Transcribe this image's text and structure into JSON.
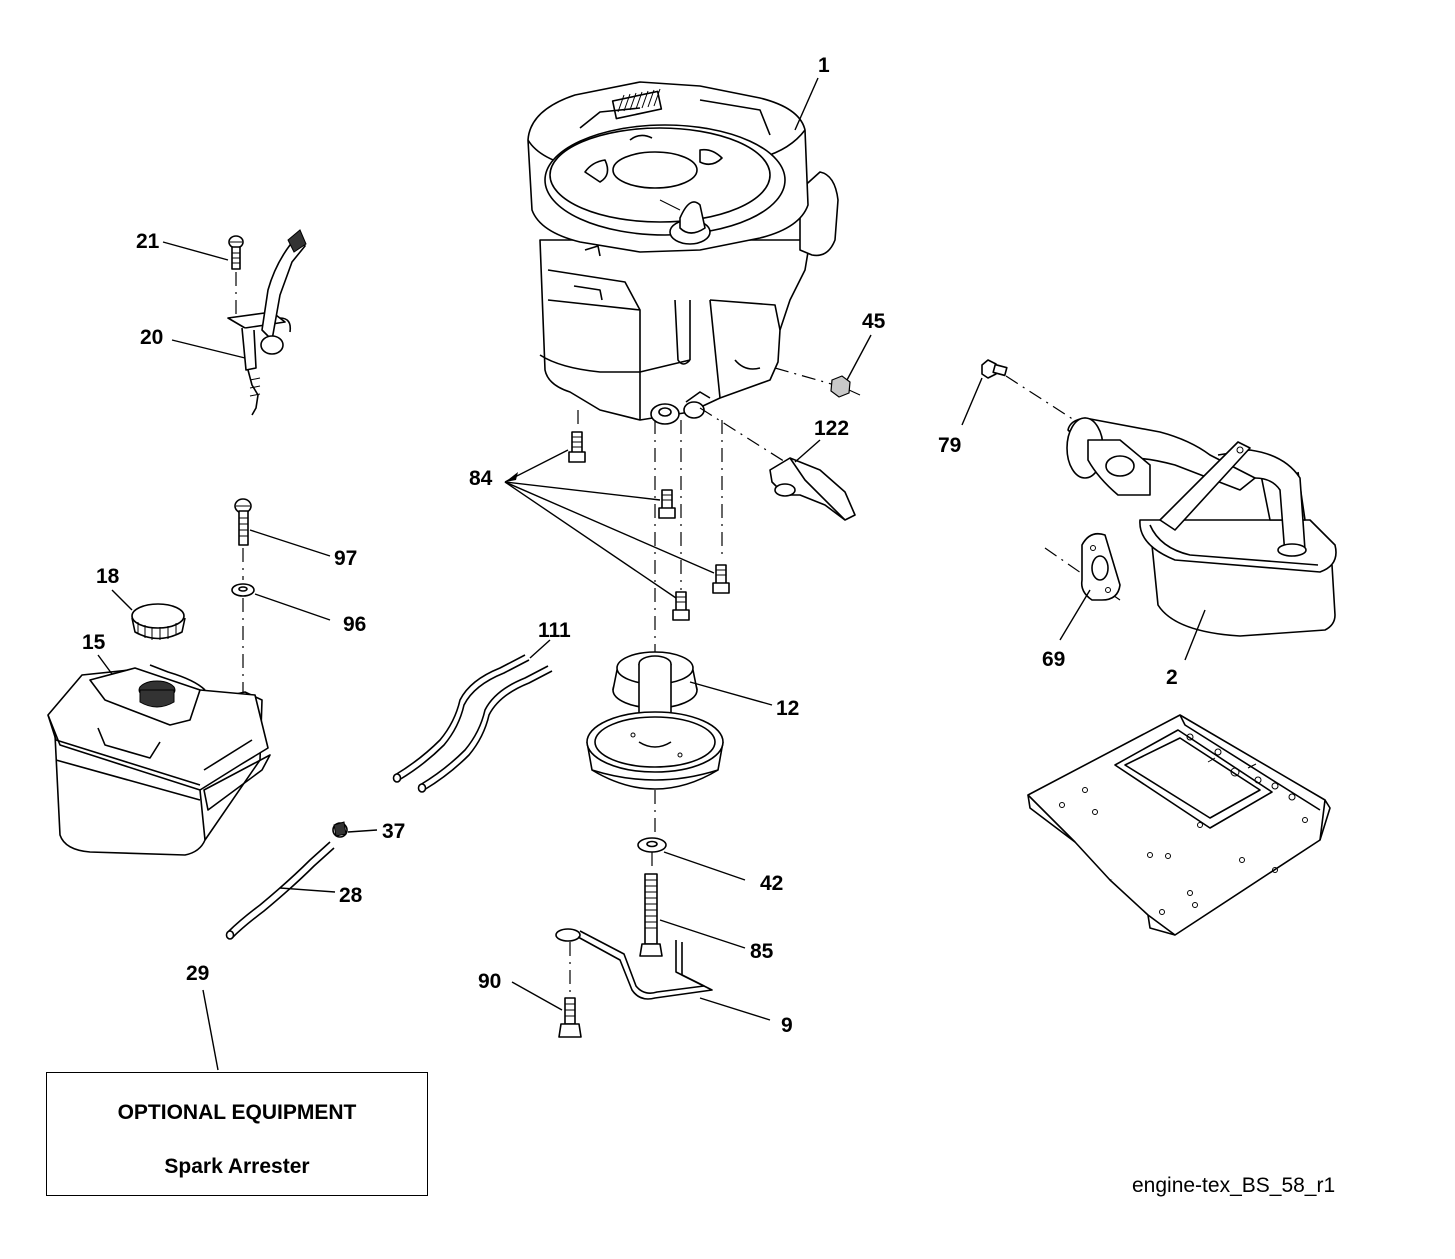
{
  "labels": {
    "p1": "1",
    "p2": "2",
    "p9": "9",
    "p12": "12",
    "p15": "15",
    "p18": "18",
    "p20": "20",
    "p21": "21",
    "p28": "28",
    "p29": "29",
    "p37": "37",
    "p42": "42",
    "p45": "45",
    "p69": "69",
    "p79": "79",
    "p84": "84",
    "p85": "85",
    "p90": "90",
    "p96": "96",
    "p97": "97",
    "p111": "111",
    "p122": "122"
  },
  "optional_box": {
    "title": "OPTIONAL EQUIPMENT",
    "subtitle": "Spark Arrester"
  },
  "drawing_id": "engine-tex_BS_58_r1"
}
